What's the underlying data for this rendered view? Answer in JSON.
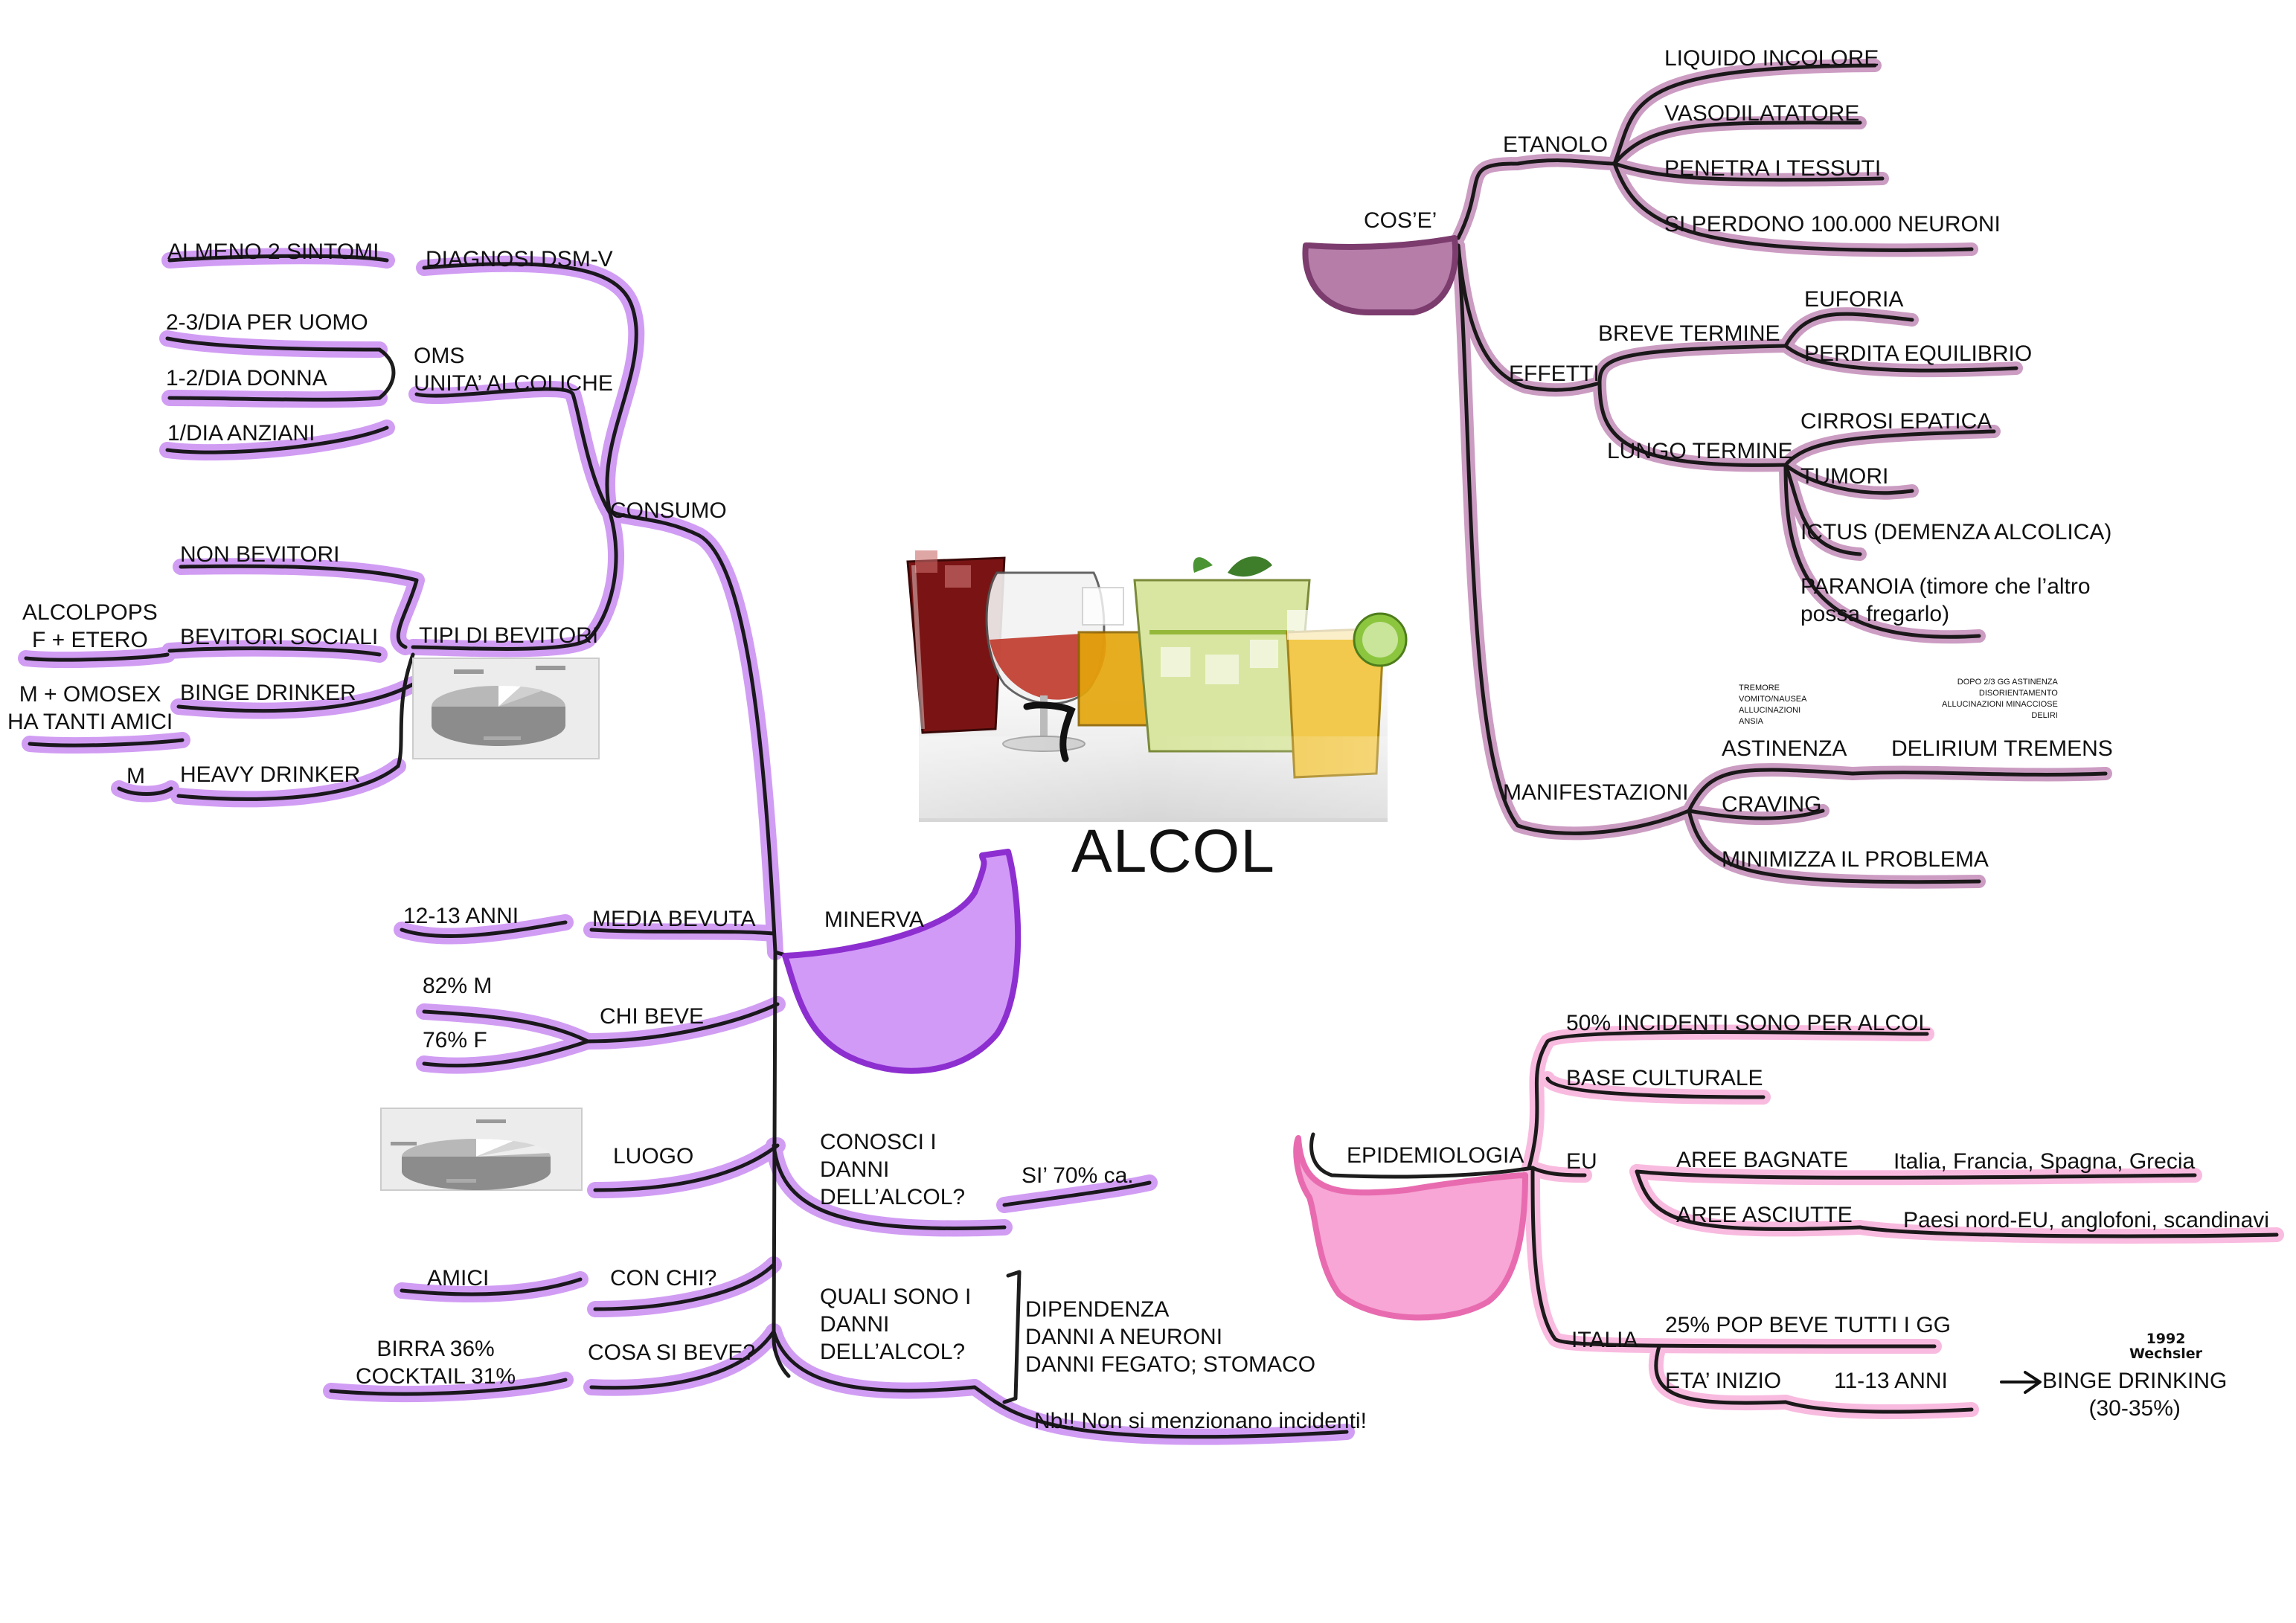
{
  "title": "ALCOL",
  "colors": {
    "purple_light": "#c98cf2",
    "purple_fill": "#d29af7",
    "purple_dark": "#8d2fd0",
    "mauve_light": "#c38bb8",
    "mauve_fill": "#b57da8",
    "mauve_dark": "#7c3c6e",
    "pink_light": "#f8b4dc",
    "pink_fill": "#f7a6d5",
    "pink_dark": "#e86bb0",
    "ink": "#111111"
  },
  "consumo": {
    "root": "MINERVA",
    "consumo": "CONSUMO",
    "diagnosi": "DIAGNOSI DSM-V",
    "almeno": "ALMENO 2 SINTOMI",
    "oms": "OMS\nUNITA’ ALCOLICHE",
    "uomo": "2-3/DIA PER UOMO",
    "donna": "1-2/DIA DONNA",
    "anziani": "1/DIA ANZIANI",
    "tipi": "TIPI DI BEVITORI",
    "non_bevitori": "NON BEVITORI",
    "sociali": "BEVITORI SOCIALI",
    "alcolpops": "ALCOLPOPS\nF + ETERO",
    "binge": "BINGE DRINKER",
    "omosex": "M + OMOSEX\nHA TANTI AMICI",
    "heavy": "HEAVY DRINKER",
    "m": "M",
    "media": "MEDIA BEVUTA",
    "eta": "12-13 ANNI",
    "chi_beve": "CHI BEVE",
    "m82": "82% M",
    "f76": "76%  F",
    "luogo": "LUOGO",
    "con_chi": "CON CHI?",
    "amici": "AMICI",
    "cosa": "COSA SI BEVE?",
    "birra": "BIRRA 36%\nCOCKTAIL 31%",
    "conosci": "CONOSCI I\nDANNI\nDELL’ALCOL?",
    "si70": "SI’ 70% ca.",
    "quali": "QUALI SONO I\nDANNI\nDELL’ALCOL?",
    "danni": "DIPENDENZA\nDANNI A NEURONI\nDANNI FEGATO; STOMACO",
    "nb": "Nb!! Non si menzionano incidenti!"
  },
  "cose": {
    "root": "COS’E’",
    "etanolo": "ETANOLO",
    "liquido": "LIQUIDO INCOLORE",
    "vasodil": "VASODILATATORE",
    "penetra": "PENETRA I TESSUTI",
    "neuroni": "SI PERDONO 100.000 NEURONI",
    "effetti": "EFFETTI",
    "breve": "BREVE TERMINE",
    "euforia": "EUFORIA",
    "equilibrio": "PERDITA EQUILIBRIO",
    "lungo": "LUNGO TERMINE",
    "cirrosi": "CIRROSI EPATICA",
    "tumori": "TUMORI",
    "ictus": "ICTUS (DEMENZA ALCOLICA)",
    "paranoia": "PARANOIA (timore che l’altro\npossa fregarlo)",
    "manifestazioni": "MANIFESTAZIONI",
    "astinenza": "ASTINENZA",
    "sintomi_astinenza": "TREMORE\nVOMITO/NAUSEA\nALLUCINAZIONI\nANSIA",
    "delirium": "DELIRIUM TREMENS",
    "sintomi_delirium": "DOPO 2/3 GG ASTINENZA\nDISORIENTAMENTO\nALLUCINAZIONI MINACCIOSE\nDELIRI",
    "craving": "CRAVING",
    "minimizza": "MINIMIZZA IL PROBLEMA"
  },
  "epidemiologia": {
    "root": "EPIDEMIOLOGIA",
    "incidenti": "50% INCIDENTI SONO PER ALCOL",
    "base": "BASE CULTURALE",
    "eu": "EU",
    "bagnate": "AREE BAGNATE",
    "bagnate_paesi": "Italia, Francia, Spagna, Grecia",
    "asciutte": "AREE ASCIUTTE",
    "asciutte_paesi": "Paesi nord-EU, anglofoni, scandinavi",
    "italia": "ITALIA",
    "pop": "25% POP BEVE TUTTI I GG",
    "eta_inizio": "ETA’ INIZIO",
    "anni": "11-13 ANNI",
    "binge": "BINGE DRINKING\n(30-35%)",
    "note": "1992\nWechsler"
  }
}
